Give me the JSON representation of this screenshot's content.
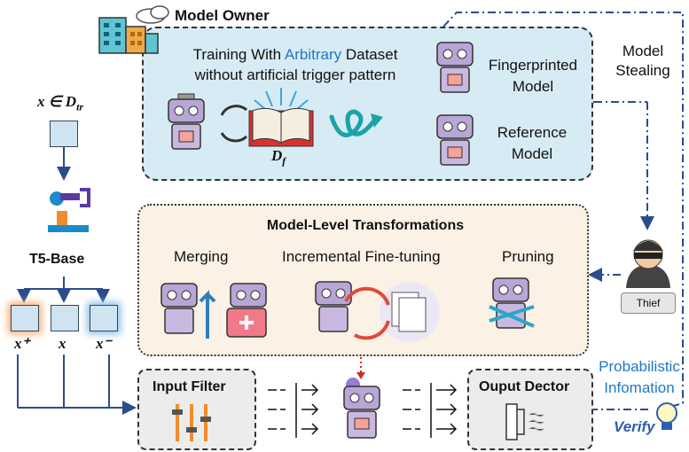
{
  "owner": {
    "title": "Model Owner",
    "training_line1_pre": "Training With ",
    "training_line1_highlight": "Arbitrary",
    "training_line1_post": " Dataset",
    "training_line2": "without artificial trigger pattern",
    "dataset_label": "D",
    "dataset_sub": "f",
    "fingerprinted": [
      "Fingerprinted",
      "Model"
    ],
    "reference": [
      "Reference",
      "Model"
    ]
  },
  "stealing": [
    "Model",
    "Stealing"
  ],
  "left": {
    "input_label": "x ∈ D",
    "input_sub": "tr",
    "base_model": "T5-Base",
    "vars": [
      "x⁺",
      "x",
      "x⁻"
    ]
  },
  "transforms": {
    "title": "Model-Level Transformations",
    "items": [
      "Merging",
      "Incremental Fine-tuning",
      "Pruning"
    ]
  },
  "thief": "Thief",
  "bottom": {
    "input_filter": "Input Filter",
    "output_decoder": "Ouput Dector",
    "prob_info": [
      "Probabilistic",
      "Infomation"
    ],
    "verify": "Verify"
  },
  "colors": {
    "accent_blue": "#1f78c8",
    "owner_bg": "#d7ebf4",
    "trans_bg": "#fbf1e5",
    "flow_line": "#2b4c8c"
  }
}
